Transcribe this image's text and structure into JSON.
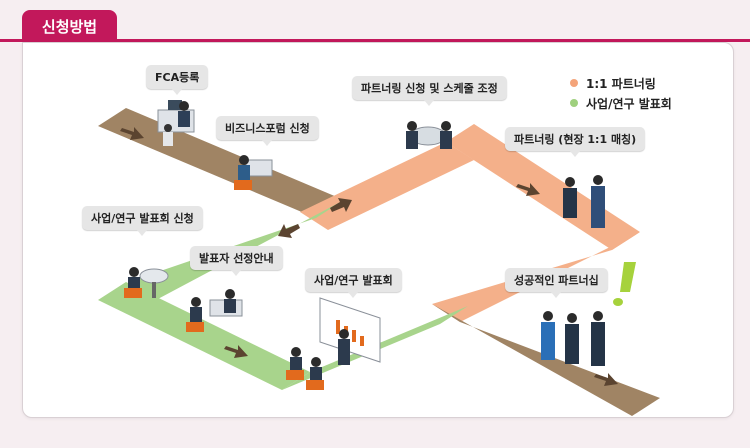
{
  "section_title": "신청방법",
  "colors": {
    "accent": "#c2185b",
    "brown_track": "#a08464",
    "orange_track": "#f4b08a",
    "green_track": "#a8d48c",
    "bubble_bg": "#e6e6e6"
  },
  "legend": {
    "items": [
      {
        "label": "1:1 파트너링",
        "color": "#f4a47a"
      },
      {
        "label": "사업/연구 발표회",
        "color": "#9fd07e"
      }
    ]
  },
  "steps": {
    "fca": "FCA등록",
    "business_forum": "비즈니스포럼 신청",
    "partnering_schedule": "파트너링 신청 및 스케줄 조정",
    "partnering_onsite": "파트너링 (현장 1:1 매칭)",
    "presentation_apply": "사업/연구 발표회  신청",
    "presenter_notice": "발표자 선정안내",
    "presentation": "사업/연구 발표회",
    "success_partnership": "성공적인 파트너십"
  }
}
